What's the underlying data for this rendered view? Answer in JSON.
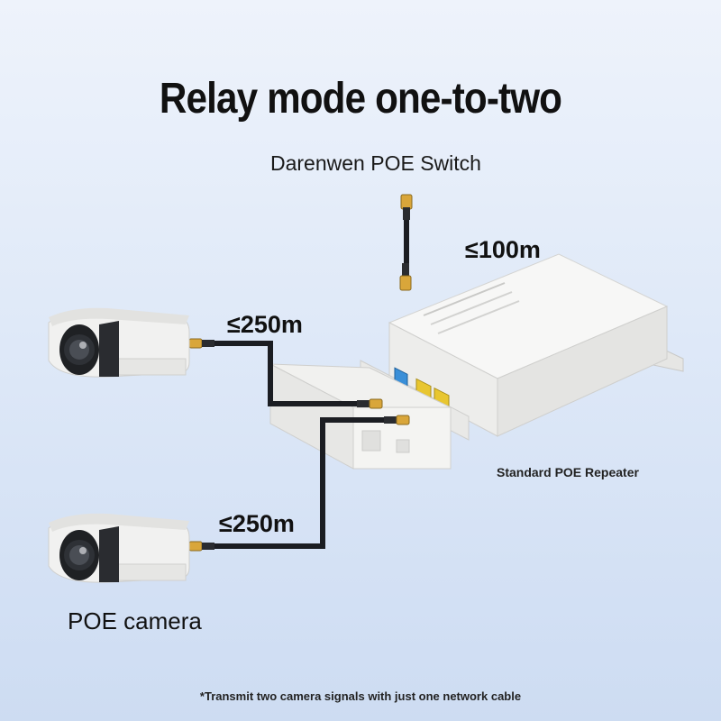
{
  "title": "Relay mode one-to-two",
  "switch_label": "Darenwen POE Switch",
  "distance_switch": "≤100m",
  "distance_camera_top": "≤250m",
  "distance_camera_bottom": "≤250m",
  "repeater_label": "Standard POE Repeater",
  "camera_label": "POE camera",
  "footnote": "*Transmit two camera signals with just one network cable",
  "colors": {
    "cable": "#1b1d22",
    "connector": "#d9a63a",
    "device_body": "#f4f4f3",
    "port_blue": "#3a8fd8",
    "port_yellow": "#e8c630"
  }
}
